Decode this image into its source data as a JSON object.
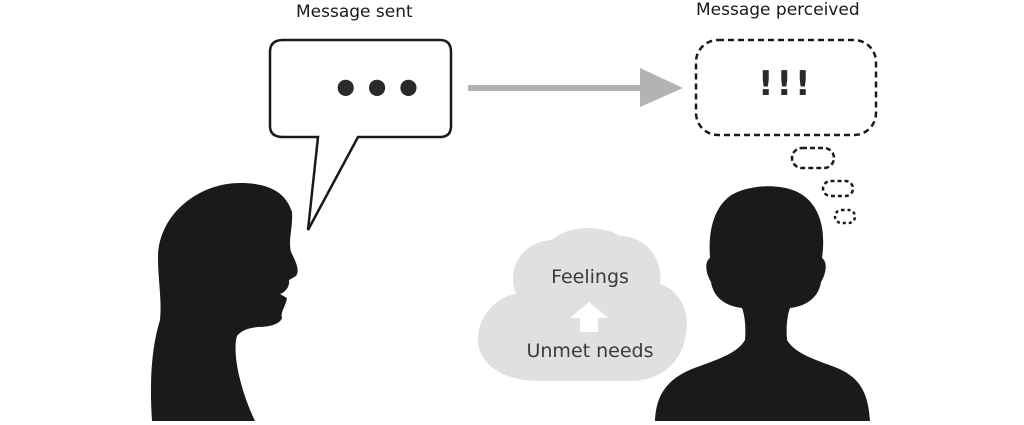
{
  "diagram": {
    "sent_title": "Message sent",
    "sent_content": "•••",
    "perceived_title": "Message perceived",
    "perceived_content": "!!!",
    "cloud": {
      "top_label": "Feelings",
      "bottom_label": "Unmet needs"
    },
    "colors": {
      "silhouette": "#1a1a1a",
      "bubble_stroke": "#1a1a1a",
      "arrow": "#b3b3b3",
      "cloud_fill": "#e0e0e0",
      "cloud_arrow": "#ffffff"
    }
  }
}
